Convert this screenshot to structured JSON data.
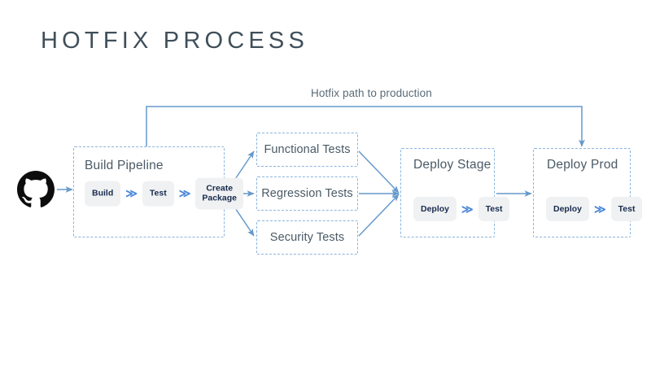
{
  "page": {
    "title": "HOTFIX PROCESS",
    "background_color": "#ffffff",
    "accent_color": "#8bb4de",
    "arrow_color": "#6699cc",
    "text_color": "#4a5a66",
    "chip_background": "#f0f1f2",
    "chip_text_color": "#172b4d"
  },
  "source": {
    "icon": "github-icon",
    "label": ""
  },
  "stages": {
    "build_pipeline": {
      "title": "Build Pipeline",
      "steps": [
        "Build",
        "Test",
        "Create\nPackage"
      ],
      "separator": "≫"
    },
    "deploy_stage": {
      "title": "Deploy Stage",
      "steps": [
        "Deploy",
        "Test"
      ],
      "separator": "≫"
    },
    "deploy_prod": {
      "title": "Deploy Prod",
      "steps": [
        "Deploy",
        "Test"
      ],
      "separator": "≫"
    }
  },
  "tests": [
    {
      "label": "Functional Tests"
    },
    {
      "label": "Regression Tests"
    },
    {
      "label": "Security Tests"
    }
  ],
  "annotations": {
    "hotfix_path": "Hotfix path to production"
  }
}
